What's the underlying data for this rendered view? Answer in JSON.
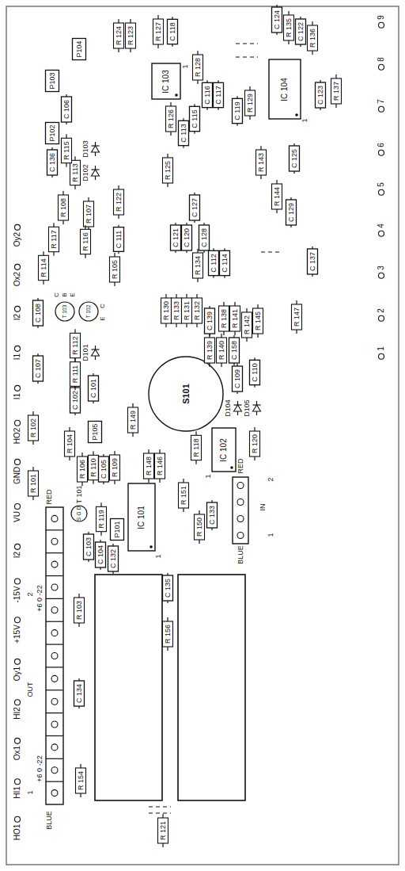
{
  "diagram": {
    "labels": [
      "HO1",
      "HI1",
      "Ox1",
      "HI2",
      "Oy1",
      "+15V",
      "-15V",
      "I2",
      "VU",
      "GND",
      "HO2",
      "I1",
      "I1",
      "I2",
      "Ox2",
      "Oy2",
      "9",
      "8",
      "7",
      "6",
      "5",
      "4",
      "3",
      "2",
      "1",
      "1",
      "+6 0 -22",
      "OUT",
      "2",
      "+6 0 -22",
      "BLUE",
      "RED",
      "R 154",
      "C 134",
      "R 103",
      "C 103",
      "C 104",
      "C 132",
      "R 119",
      "P101",
      "IC 101",
      "1",
      "C 135",
      "R 156",
      "R 121",
      "S",
      "G",
      "D",
      "T 101",
      "R 106",
      "R 110",
      "C 105",
      "R 109",
      "R 104",
      "P105",
      "R 101",
      "R 102",
      "R 149",
      "R 148",
      "R 146",
      "R 151",
      "R 150",
      "C 133",
      "R 118",
      "IC 102",
      "1",
      "R 120",
      "RED",
      "BLUE",
      "IN",
      "1",
      "2",
      "D104",
      "D105",
      "C 109",
      "C 110",
      "S101",
      "C 101",
      "C 102",
      "R 111",
      "R 112",
      "D101",
      "C 107",
      "C 108",
      "T 103",
      "C",
      "B",
      "E",
      "T 102",
      "C",
      "E",
      "R 114",
      "R 117",
      "R 108",
      "R 107",
      "R 116",
      "R 113",
      "R 115",
      "D102",
      "D103",
      "R 105",
      "C 111",
      "R 122",
      "C 136",
      "P102",
      "C 106",
      "P103",
      "P104",
      "R 124",
      "R 123",
      "R 127",
      "C 118",
      "IC 103",
      "1",
      "R 126",
      "C 113",
      "C 115",
      "R 125",
      "R 128",
      "C 116",
      "C 117",
      "C 119",
      "R 129",
      "C 124",
      "R 135",
      "C 122",
      "R 136",
      "IC 104",
      "1",
      "C 123",
      "R 137",
      "R 143",
      "C 125",
      "R 144",
      "C 129",
      "C 121",
      "C 120",
      "C 127",
      "C 128",
      "R 134",
      "C 112",
      "C 114",
      "R 130",
      "R 133",
      "R 131",
      "R 132",
      "C 139",
      "R 138",
      "R 141",
      "R 142",
      "R 145",
      "R 147",
      "C 137",
      "R 139",
      "R 140",
      "C 158"
    ]
  }
}
